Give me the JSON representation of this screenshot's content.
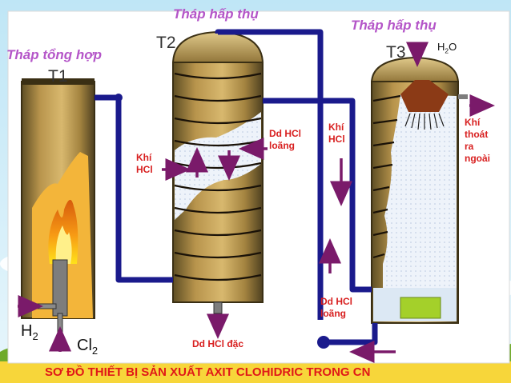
{
  "titles": {
    "t1": "Tháp tổng hợp",
    "t2": "Tháp hấp thụ",
    "t3": "Tháp hấp thụ"
  },
  "towers": {
    "t1": "T1",
    "t2": "T2",
    "t3": "T3"
  },
  "labels": {
    "khi_hcl_t2": "Khí\nHCl",
    "dd_hcl_loang_t2": "Dd HCl\nloãng",
    "khi_hcl_pipe": "Khí\nHCl",
    "khi_thoat": "Khí\nthoát\nra\nngoài",
    "dd_hcl_dac": "Dd HCl đặc",
    "dd_hcl_loang_pipe": "Dd HCl\nloãng"
  },
  "chem": {
    "h2_main": "H",
    "h2_sub": "2",
    "cl2_main": "Cl",
    "cl2_sub": "2",
    "h2o_h": "H",
    "h2o_sub": "2",
    "h2o_o": "O"
  },
  "caption": "SƠ ĐỒ THIẾT BỊ SẢN XUẤT AXIT CLOHIDRIC TRONG CN",
  "colors": {
    "pipe": "#1a1a8c",
    "arrow": "#7a1a6a",
    "tower_light": "#c7a45a",
    "tower_dark": "#6b5a2c",
    "liquid": "#e8eff8",
    "flame": "#f07a10",
    "accent_green": "#a4d02a",
    "sky_top": "#b9e4f5",
    "grass": "#8cc63f"
  }
}
